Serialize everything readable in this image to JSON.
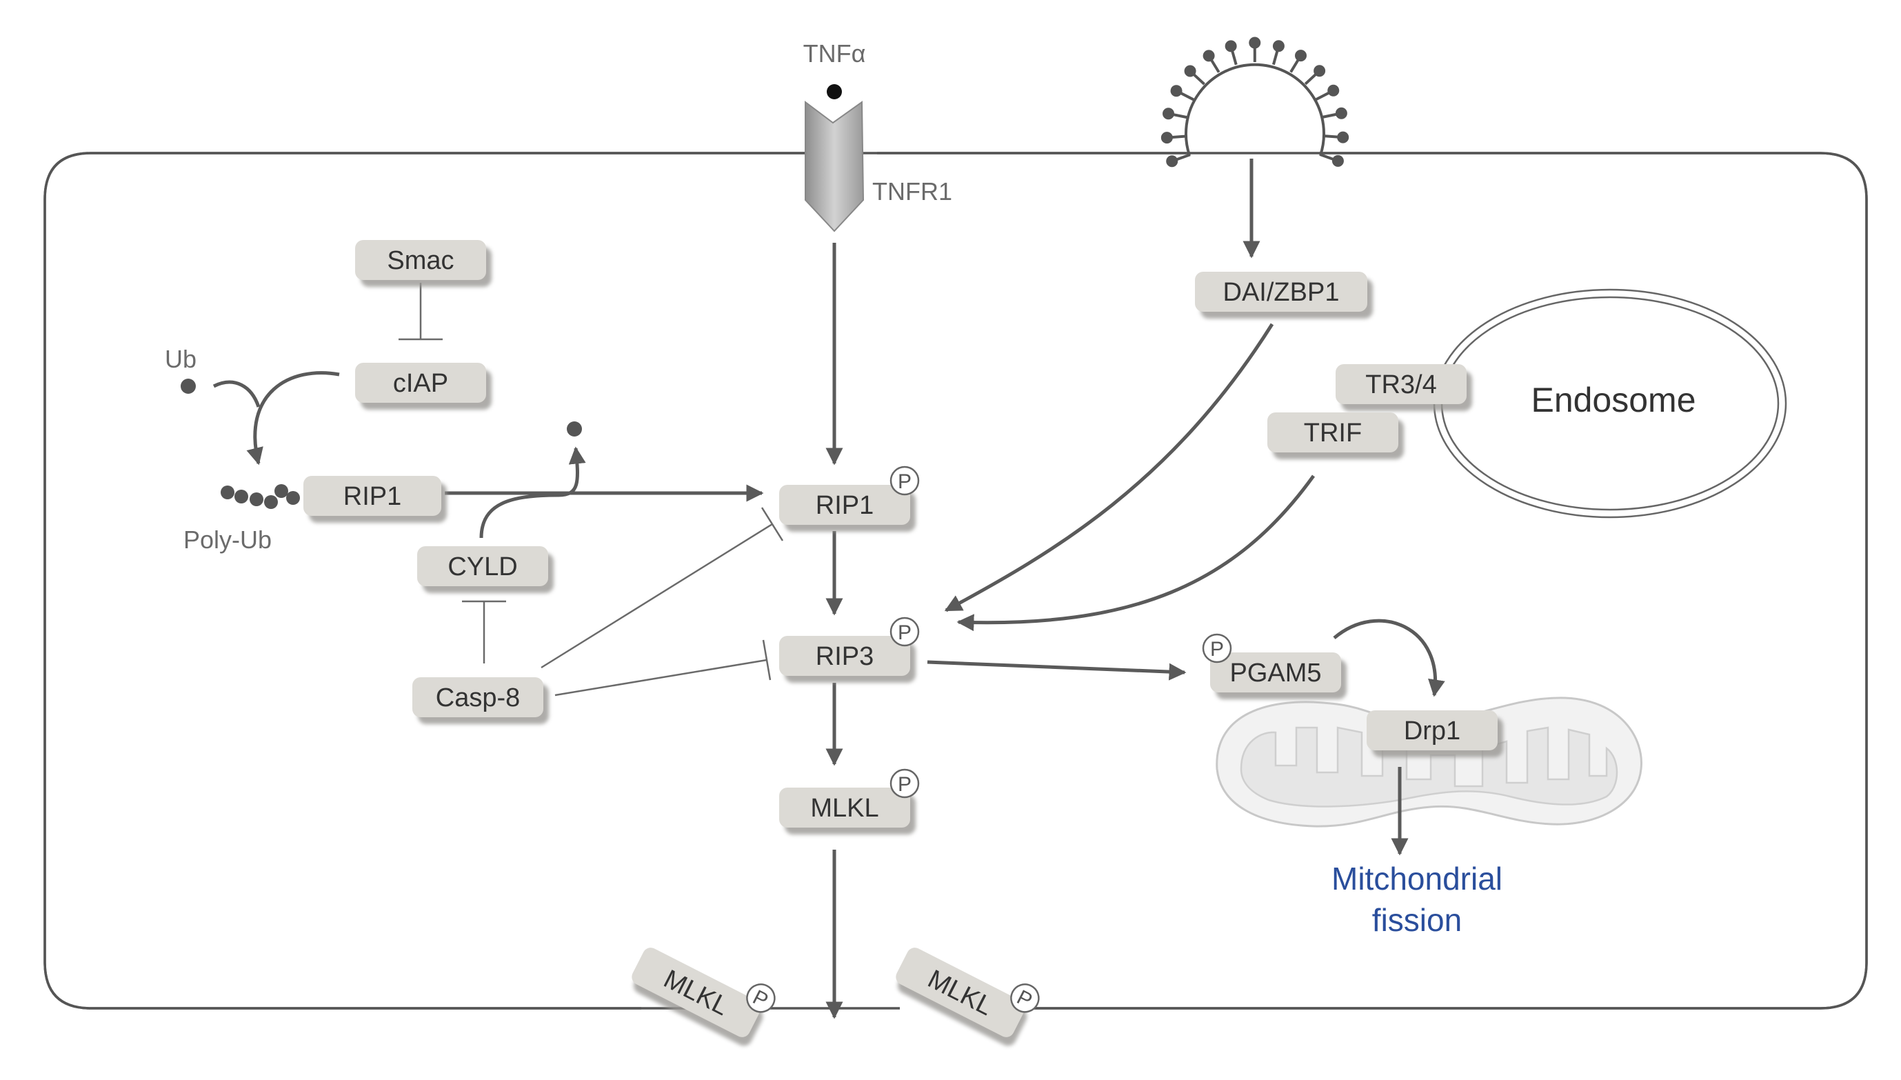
{
  "title": "",
  "ligand": {
    "label": "TNFα"
  },
  "receptor": {
    "label": "TNFR1"
  },
  "phospho_symbol": "P",
  "nodes": {
    "smac": "Smac",
    "ciap": "cIAP",
    "rip1_ub": "RIP1",
    "cyld": "CYLD",
    "casp8": "Casp-8",
    "rip1_p": "RIP1",
    "rip3_p": "RIP3",
    "mlkl_p": "MLKL",
    "dai_zbp1": "DAI/ZBP1",
    "tr3_4": "TR3/4",
    "trif": "TRIF",
    "pgam5": "PGAM5",
    "drp1": "Drp1",
    "mlkl_membrane_left": "MLKL",
    "mlkl_membrane_right": "MLKL"
  },
  "labels": {
    "ub": "Ub",
    "poly_ub": "Poly-Ub",
    "endosome": "Endosome",
    "fission_line1": "Mitchondrial",
    "fission_line2": "fission"
  },
  "colors": {
    "box_fill": "#dcdad5",
    "box_shadow": "#9a9894",
    "line": "#5a5a5a",
    "text": "#333333",
    "fission_text": "#2a4e9c"
  },
  "icons": {
    "virus": "virus-icon",
    "receptor": "receptor-icon",
    "mitochondrion": "mitochondrion-icon",
    "endosome": "endosome-icon"
  }
}
